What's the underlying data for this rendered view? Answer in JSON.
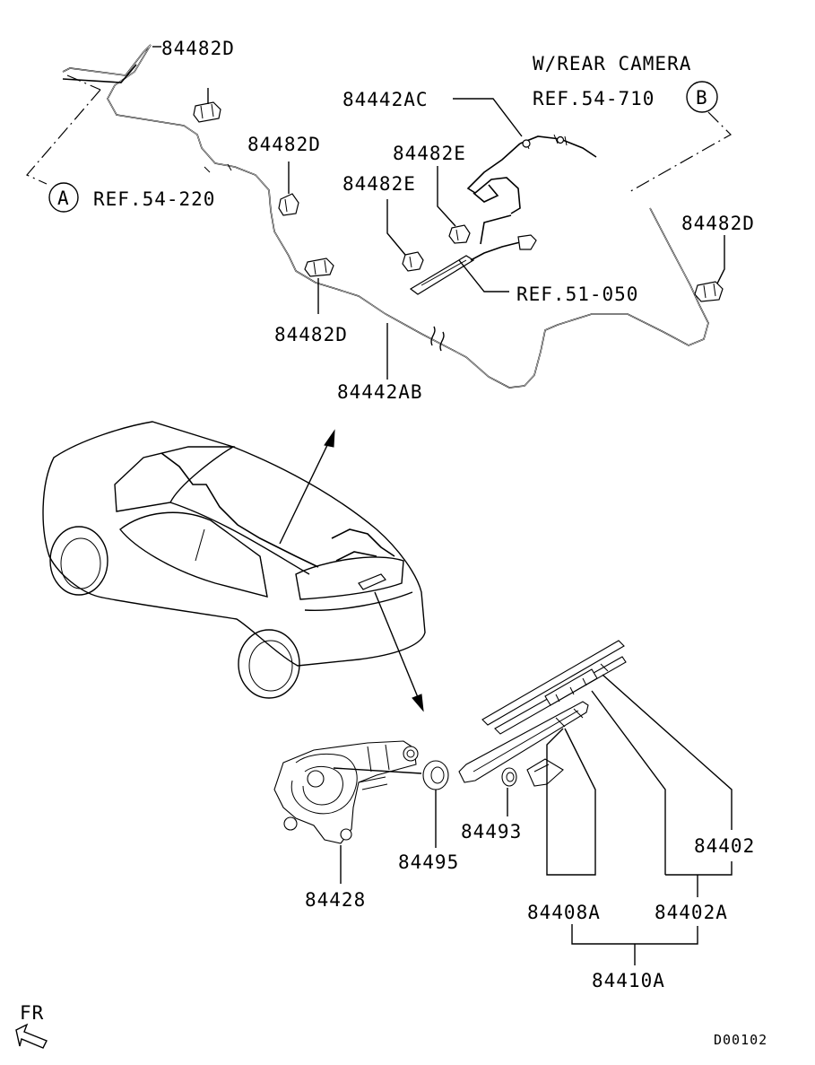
{
  "labels": {
    "clip_top": "84482D",
    "clip_mid": "84482D",
    "clip_lower": "84482D",
    "clip_right": "84482D",
    "clip_e1": "84482E",
    "clip_e2": "84482E",
    "harness_ac": "84442AC",
    "harness_ab": "84442AB",
    "motor": "84428",
    "cap_nut": "84495",
    "nut": "84493",
    "blade": "84402",
    "arm": "84408A",
    "blade_assy": "84402A",
    "arm_blade_assy": "84410A"
  },
  "references": {
    "note_rear_camera": "W/REAR CAMERA",
    "ref_b_text": "REF.54-710",
    "ref_b_marker": "B",
    "ref_a_text": "REF.54-220",
    "ref_a_marker": "A",
    "ref_51": "REF.51-050"
  },
  "orientation": {
    "front_label": "FR"
  },
  "diagram_code": "D00102"
}
